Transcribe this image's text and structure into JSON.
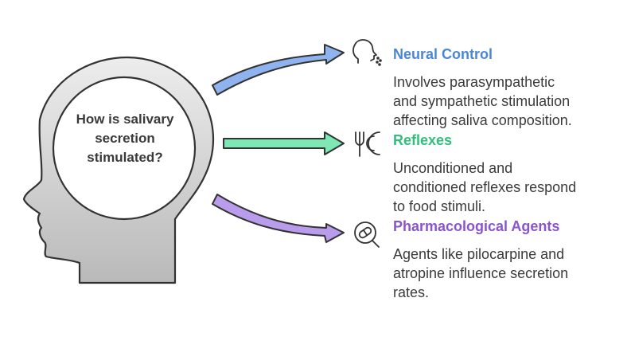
{
  "question": {
    "lines": [
      "How is salivary",
      "secretion",
      "stimulated?"
    ]
  },
  "branches": [
    {
      "title": "Neural Control",
      "color": "#4a86d8",
      "icon": "head-profile-icon",
      "description_lines": [
        "Involves parasympathetic",
        "and sympathetic stimulation",
        "affecting saliva composition."
      ]
    },
    {
      "title": "Reflexes",
      "color": "#2fbf7a",
      "icon": "fork-signal-icon",
      "description_lines": [
        "Unconditioned and",
        "conditioned reflexes respond",
        "to food stimuli."
      ]
    },
    {
      "title": "Pharmacological Agents",
      "color": "#8a55cc",
      "icon": "pill-magnifier-icon",
      "description_lines": [
        "Agents like pilocarpine and",
        "atropine influence secretion",
        "rates."
      ]
    }
  ],
  "arrow_colors": [
    "#8fb3ee",
    "#7ee8b4",
    "#b99cec"
  ]
}
